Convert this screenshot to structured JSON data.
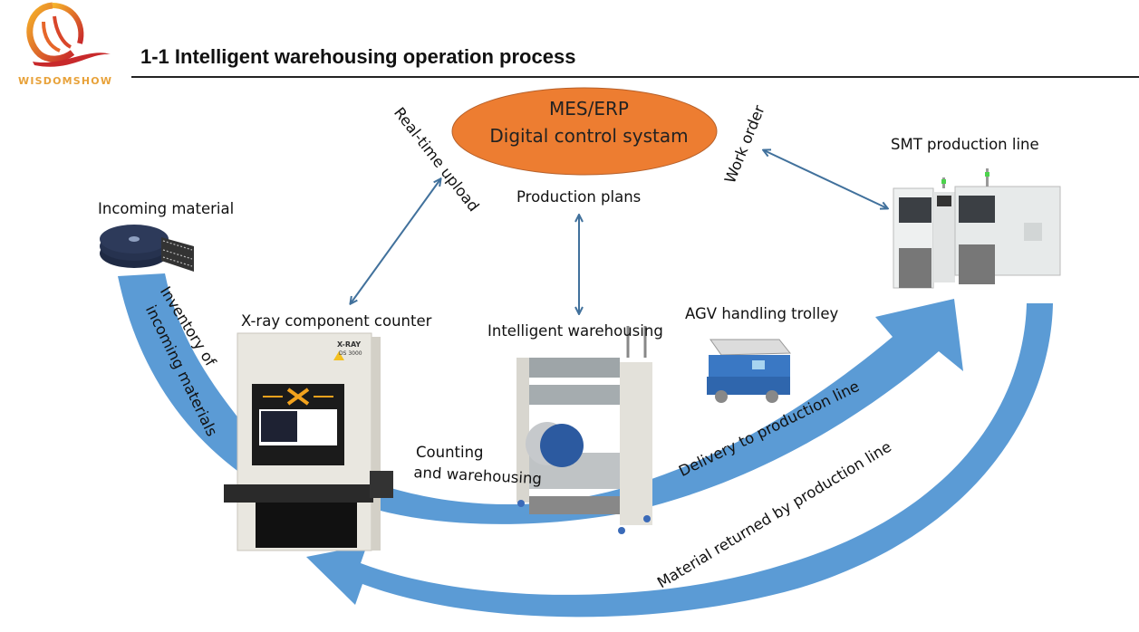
{
  "header": {
    "title": "1-1 Intelligent warehousing operation process",
    "logo_text": "WISDOMSHOW"
  },
  "colors": {
    "flow_arrow": "#5b9bd5",
    "link_arrow": "#41719c",
    "system_ellipse": "#ed7d31",
    "logo_orange": "#e8a23a",
    "logo_red": "#c8292b"
  },
  "system": {
    "line1": "MES/ERP",
    "line2": "Digital control systam"
  },
  "labels": {
    "real_time_upload": "Real-time upload",
    "production_plans": "Production plans",
    "work_order": "Work order",
    "smt_line": "SMT production line",
    "incoming_material": "Incoming material",
    "inventory_line1": "Inventory of",
    "inventory_line2": "incoming materials",
    "xray_counter": "X-ray component counter",
    "intelligent_warehousing": "Intelligent warehousing",
    "agv_trolley": "AGV handling trolley",
    "counting_line1": "Counting",
    "counting_line2": "and warehousing",
    "delivery": "Delivery to production line",
    "material_returned": "Material returned by production line"
  },
  "device_labels": {
    "xray_brand": "X-RAY",
    "xray_model": "DS 3000"
  }
}
